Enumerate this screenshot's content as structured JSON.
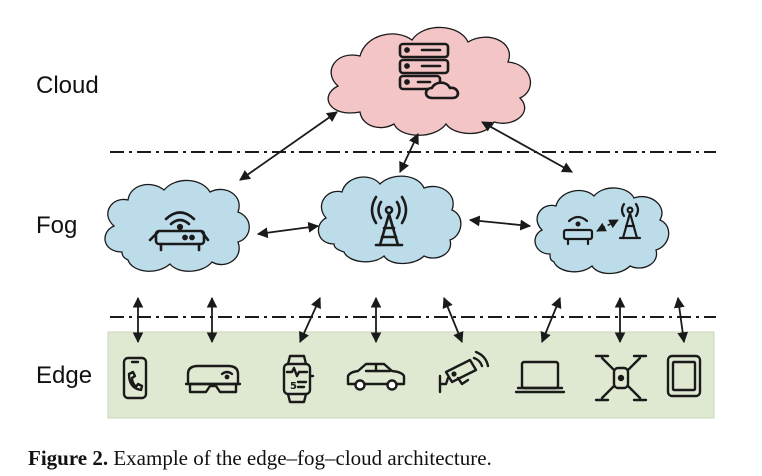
{
  "layers": {
    "cloud": "Cloud",
    "fog": "Fog",
    "edge": "Edge"
  },
  "caption": {
    "label": "Figure 2.",
    "text": "Example of the edge–fog–cloud architecture."
  },
  "colors": {
    "cloud_fill": "#f4c5c6",
    "fog_fill": "#bcdcea",
    "edge_band": "#dfe9d2",
    "outline": "#1a1a1a"
  },
  "diagram": {
    "cloud_node": {
      "icon": "server-cloud-icon"
    },
    "fog_nodes": [
      {
        "icon": "wifi-router-icon"
      },
      {
        "icon": "cell-tower-icon"
      },
      {
        "icon": "router-tower-icon"
      }
    ],
    "edge_devices": [
      {
        "icon": "smartphone-icon"
      },
      {
        "icon": "vr-headset-icon"
      },
      {
        "icon": "smartwatch-icon"
      },
      {
        "icon": "car-icon"
      },
      {
        "icon": "security-camera-icon"
      },
      {
        "icon": "laptop-icon"
      },
      {
        "icon": "drone-icon"
      },
      {
        "icon": "tablet-icon"
      }
    ]
  }
}
